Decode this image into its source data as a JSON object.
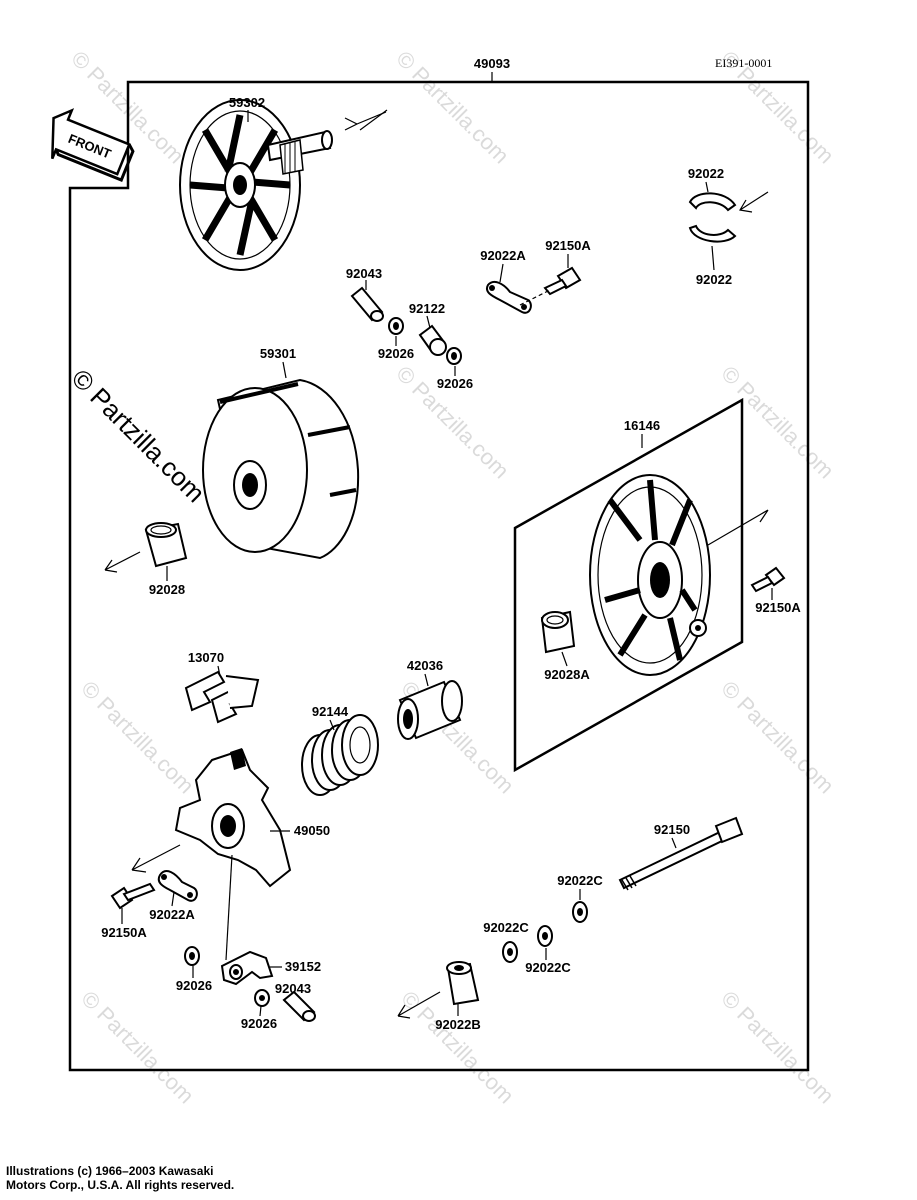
{
  "diagram_code": "EI391-0001",
  "front_label": "FRONT",
  "assembly_label": "49093",
  "watermark": "© Partzilla.com",
  "copyright_lines": [
    "Illustrations (c) 1966–2003 Kawasaki",
    "Motors Corp., U.S.A.  All rights reserved."
  ],
  "parts": {
    "p59302": "59302",
    "p92043_top": "92043",
    "p92122": "92122",
    "p92026_a": "92026",
    "p92026_b": "92026",
    "p92022A_top": "92022A",
    "p92150A_top": "92150A",
    "p92022_top": "92022",
    "p92022_bottom": "92022",
    "p59301": "59301",
    "p92028": "92028",
    "p16146": "16146",
    "p92150A_right": "92150A",
    "p92028A": "92028A",
    "p13070": "13070",
    "p42036": "42036",
    "p92144": "92144",
    "p49050": "49050",
    "p92150": "92150",
    "p92022C_a": "92022C",
    "p92022C_b": "92022C",
    "p92022C_c": "92022C",
    "p92150A_left": "92150A",
    "p92022A_left": "92022A",
    "p92026_c": "92026",
    "p39152": "39152",
    "p92043_bottom": "92043",
    "p92026_d": "92026",
    "p92022B": "92022B"
  }
}
